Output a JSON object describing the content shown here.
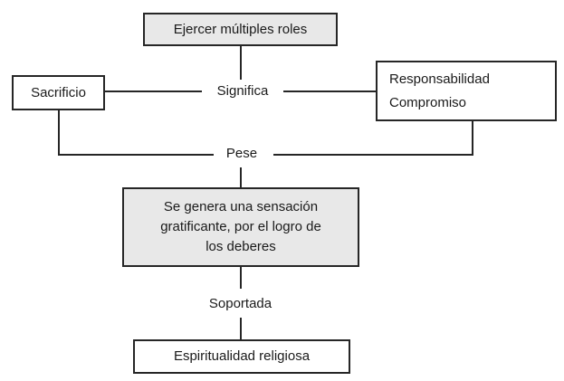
{
  "diagram": {
    "title_hint": "concept map",
    "nodes": {
      "ejercer": {
        "label": "Ejercer múltiples roles"
      },
      "sacrificio": {
        "label": "Sacrificio"
      },
      "responsabilidad": {
        "line1": "Responsabilidad",
        "line2": "Compromiso"
      },
      "sensacion": {
        "line1": "Se genera una sensación",
        "line2": "gratificante, por el logro de",
        "line3": "los deberes"
      },
      "espiritualidad": {
        "label": "Espiritualidad religiosa"
      }
    },
    "connector_labels": {
      "significa": "Significa",
      "pese": "Pese",
      "soportada": "Soportada"
    },
    "colors": {
      "background": "#ffffff",
      "box_fill_gray": "#e8e8e8",
      "box_fill_white": "#ffffff",
      "border": "#262626",
      "line": "#262626",
      "text": "#1a1a1a"
    }
  }
}
